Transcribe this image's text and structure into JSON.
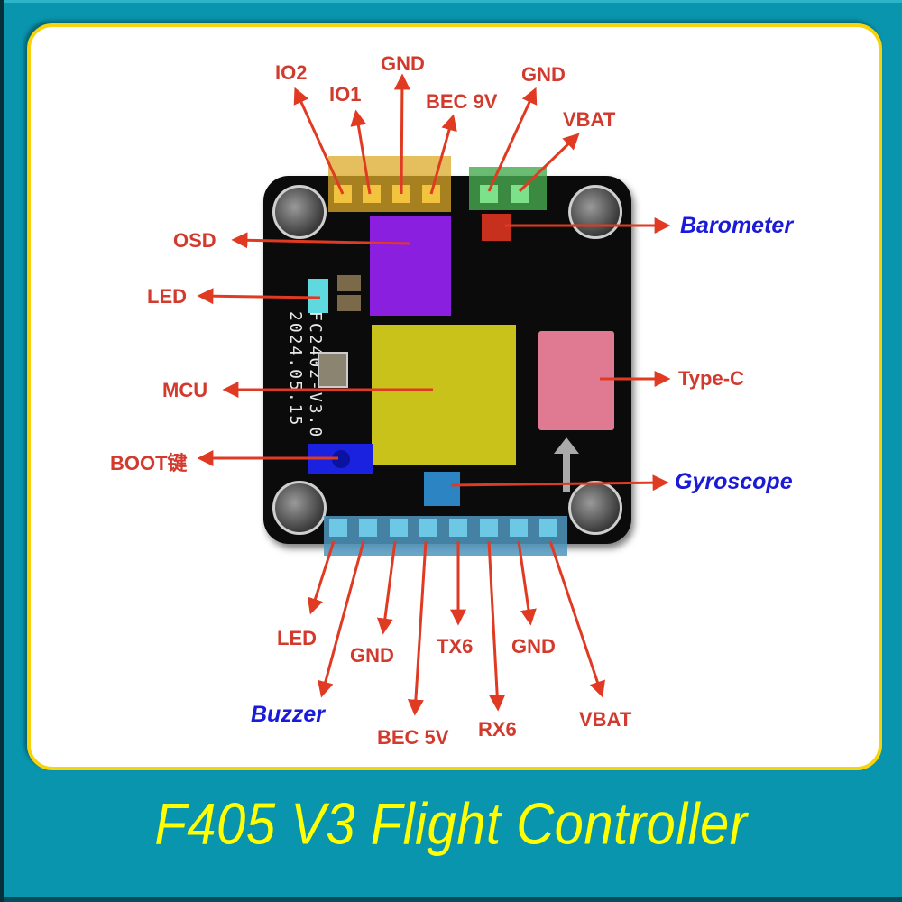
{
  "title": "F405 V3 Flight Controller",
  "board": {
    "silkscreen_line1": "FC2402-V3.0",
    "silkscreen_line2": "2024.05.15"
  },
  "labels": {
    "top_io2": "IO2",
    "top_io1": "IO1",
    "top_gnd1": "GND",
    "top_bec9v": "BEC 9V",
    "top_gnd2": "GND",
    "top_vbat": "VBAT",
    "left_osd": "OSD",
    "left_led": "LED",
    "left_mcu": "MCU",
    "left_boot": "BOOT键",
    "right_barometer": "Barometer",
    "right_typec": "Type-C",
    "right_gyroscope": "Gyroscope",
    "bottom_led": "LED",
    "bottom_buzzer": "Buzzer",
    "bottom_gnd1": "GND",
    "bottom_bec5v": "BEC 5V",
    "bottom_tx6": "TX6",
    "bottom_rx6": "RX6",
    "bottom_gnd2": "GND",
    "bottom_vbat": "VBAT"
  },
  "colors": {
    "frame": "#0995ae",
    "border": "#f6d30a",
    "title": "#ffff00",
    "arrow": "#e03a22",
    "label_red": "#d23a2e",
    "label_blue": "#1a1ad8",
    "highlight_top_pads": "#e9b93a",
    "highlight_power_pads": "#4caf50",
    "highlight_osd": "#8a1fe0",
    "highlight_mcu": "#c9c21a",
    "highlight_typec": "#e07a92",
    "highlight_barometer": "#c8301e",
    "highlight_gyro": "#2c85c2",
    "highlight_boot": "#1a22e0",
    "highlight_led": "#5ed9e0",
    "highlight_bottom_pads": "#5bb7d8"
  }
}
